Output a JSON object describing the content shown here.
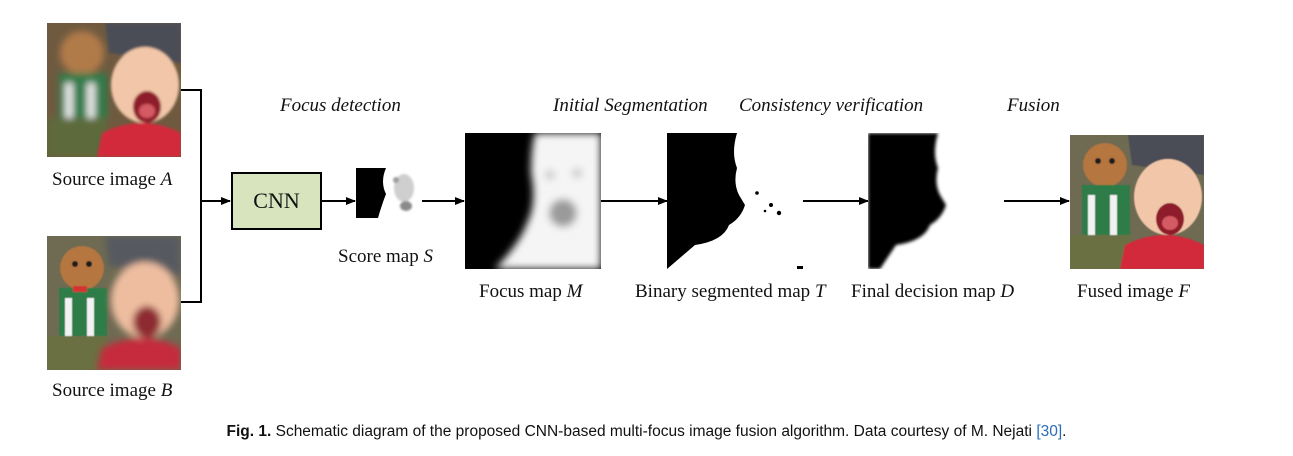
{
  "stages": {
    "focus_detection": "Focus detection",
    "initial_segmentation": "Initial Segmentation",
    "consistency_verification": "Consistency verification",
    "fusion": "Fusion"
  },
  "blocks": {
    "cnn": "CNN"
  },
  "labels": {
    "source_a_text": "Source image ",
    "source_a_var": "A",
    "source_b_text": "Source image ",
    "source_b_var": "B",
    "score_map_text": "Score map ",
    "score_map_var": "S",
    "focus_map_text": "Focus map ",
    "focus_map_var": "M",
    "binary_map_text": "Binary segmented map ",
    "binary_map_var": "T",
    "decision_map_text": "Final decision map ",
    "decision_map_var": "D",
    "fused_text": "Fused image ",
    "fused_var": "F"
  },
  "caption": {
    "label": "Fig. 1.",
    "text": " Schematic diagram of the proposed CNN-based multi-focus image fusion algorithm. Data courtesy of M. Nejati ",
    "ref": "[30]",
    "end": "."
  }
}
